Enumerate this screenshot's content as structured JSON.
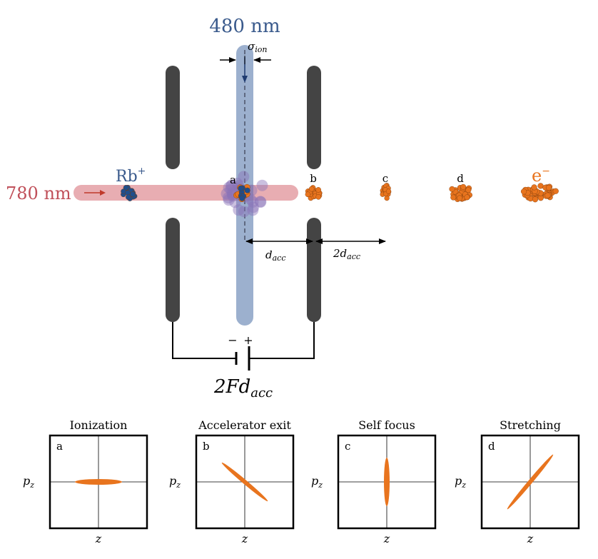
{
  "beams": {
    "blue_label": "480 nm",
    "red_label": "780 nm",
    "blue_color": "#4a6fa5",
    "red_color": "#d9767e"
  },
  "labels": {
    "sigma_base": "σ",
    "sigma_sub": "ion",
    "ion": "Rb",
    "ion_sup": "+",
    "electron": "e",
    "electron_sup": "−",
    "d_base": "d",
    "d_sub": "acc",
    "twod_base": "2d",
    "twod_sub": "acc",
    "voltage_base": "2Fd",
    "voltage_sub": "acc",
    "battery_minus": "−",
    "battery_plus": "+"
  },
  "bunch_labels": [
    "a",
    "b",
    "c",
    "d"
  ],
  "panels": [
    {
      "letter": "a",
      "title": "Ionization",
      "ylabel": "p",
      "ysub": "z",
      "xlabel": "z"
    },
    {
      "letter": "b",
      "title": "Accelerator exit",
      "ylabel": "p",
      "ysub": "z",
      "xlabel": "z"
    },
    {
      "letter": "c",
      "title": "Self focus",
      "ylabel": "p",
      "ysub": "z",
      "xlabel": "z"
    },
    {
      "letter": "d",
      "title": "Stretching",
      "ylabel": "p",
      "ysub": "z",
      "xlabel": "z"
    }
  ],
  "colors": {
    "electron": "#e8741e",
    "ion": "#1f4e8c",
    "electrode": "#444444",
    "electron_label": "#e8741e",
    "ion_label": "#3a5a8c"
  }
}
